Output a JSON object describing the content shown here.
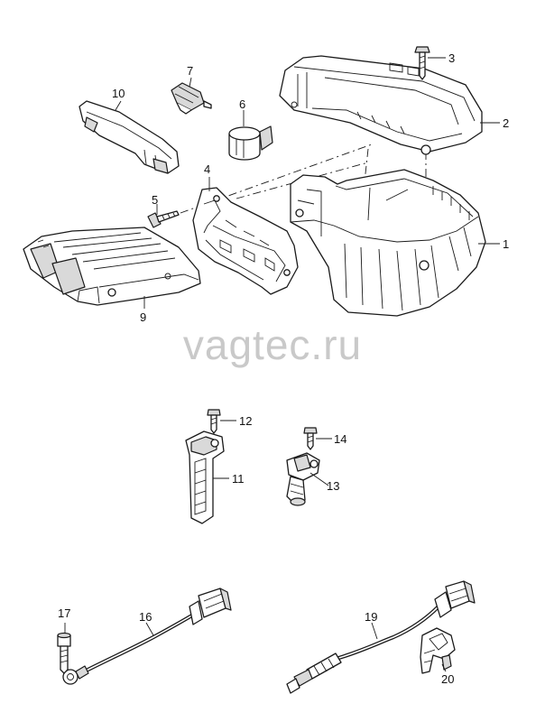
{
  "watermark": "vagtec.ru",
  "callouts": {
    "c1": "1",
    "c2": "2",
    "c3": "3",
    "c4": "4",
    "c5": "5",
    "c6": "6",
    "c7": "7",
    "c9": "9",
    "c10": "10",
    "c11": "11",
    "c12": "12",
    "c13": "13",
    "c14": "14",
    "c16": "16",
    "c17": "17",
    "c19": "19",
    "c20": "20"
  },
  "colors": {
    "line": "#1a1a1a",
    "watermark": "#c9c9c9",
    "background": "#ffffff"
  }
}
